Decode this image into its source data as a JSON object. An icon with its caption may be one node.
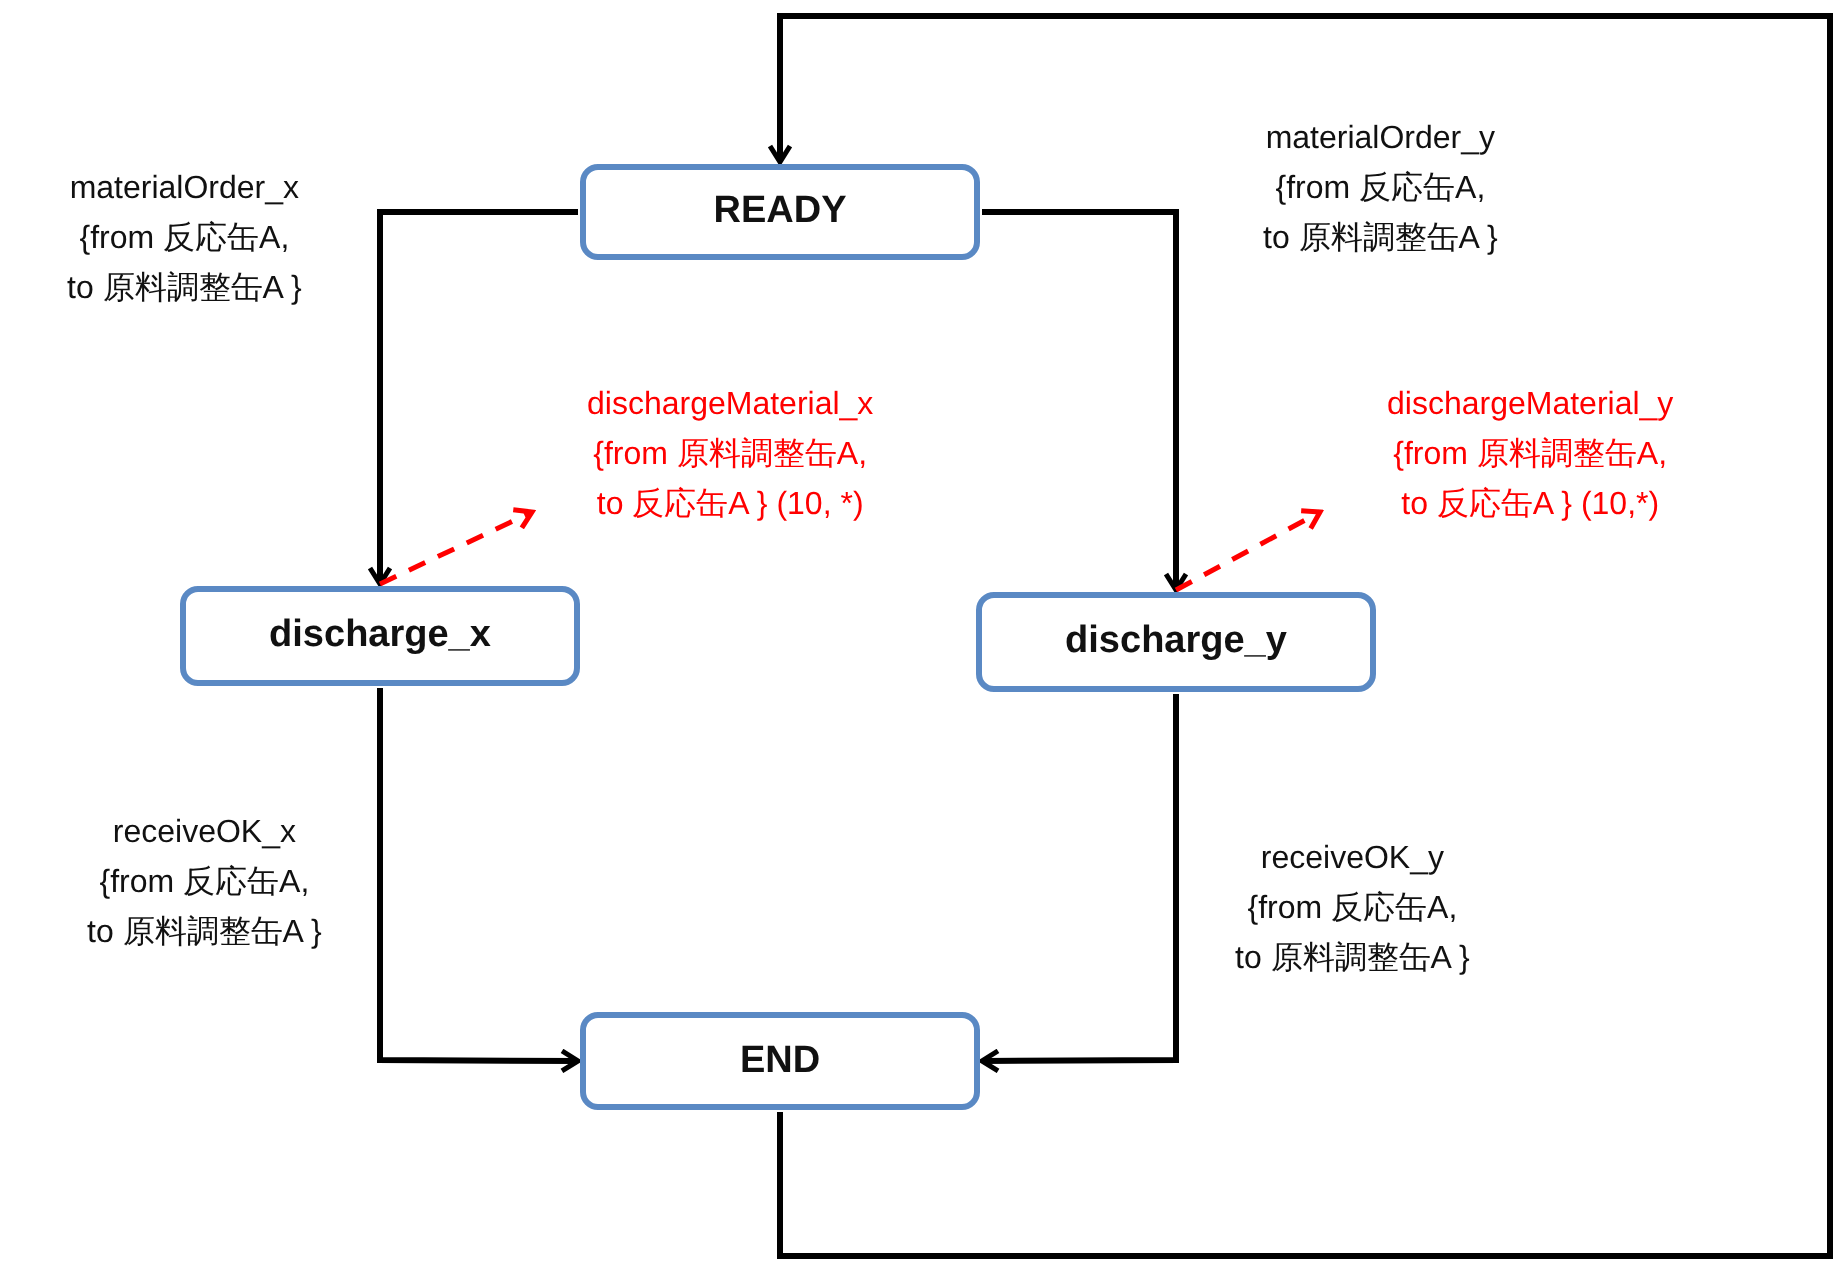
{
  "diagram": {
    "nodes": [
      {
        "text": [
          "READY"
        ]
      },
      {
        "text": [
          "discharge_x"
        ]
      },
      {
        "text": [
          "discharge_y"
        ]
      },
      {
        "text": [
          "END"
        ]
      }
    ],
    "edges": [
      {
        "from": 0,
        "to": 1,
        "arrow": "to",
        "label": "materialOrder_x {from 反応缶A, to 原料調整缶A }"
      },
      {
        "from": 0,
        "to": 2,
        "arrow": "to",
        "label": "materialOrder_y {from 反応缶A, to 原料調整缶A }"
      },
      {
        "from": 1,
        "to": null,
        "arrow": "to",
        "style": "dashed",
        "color": "#ff0000",
        "label": "dischargeMaterial_x {from 原料調整缶A, to 反応缶A } (10, *)"
      },
      {
        "from": 2,
        "to": null,
        "arrow": "to",
        "style": "dashed",
        "color": "#ff0000",
        "label": "dischargeMaterial_y {from 原料調整缶A, to 反応缶A } (10,*)"
      },
      {
        "from": 1,
        "to": 3,
        "arrow": "to",
        "label": "receiveOK_x {from 反応缶A, to 原料調整缶A }"
      },
      {
        "from": 2,
        "to": 3,
        "arrow": "to",
        "label": "receiveOK_y {from 反応缶A, to 原料調整缶A }"
      },
      {
        "from": 3,
        "to": 0,
        "arrow": "to"
      }
    ]
  }
}
